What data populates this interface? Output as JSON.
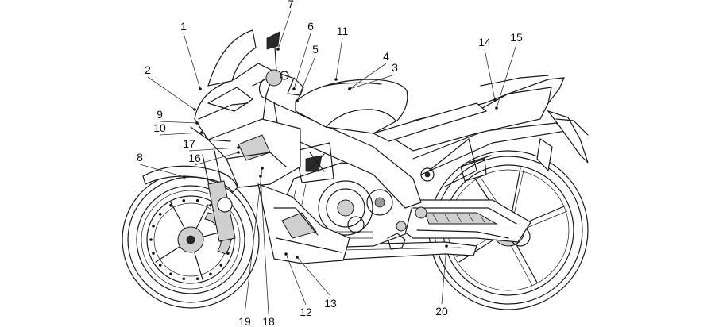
{
  "callouts": [
    {
      "id": "c1",
      "label": "1"
    },
    {
      "id": "c2",
      "label": "2"
    },
    {
      "id": "c3",
      "label": "3"
    },
    {
      "id": "c4",
      "label": "4"
    },
    {
      "id": "c5",
      "label": "5"
    },
    {
      "id": "c6",
      "label": "6"
    },
    {
      "id": "c7",
      "label": "7"
    },
    {
      "id": "c8",
      "label": "8"
    },
    {
      "id": "c9",
      "label": "9"
    },
    {
      "id": "c10",
      "label": "10"
    },
    {
      "id": "c11",
      "label": "11"
    },
    {
      "id": "c12",
      "label": "12"
    },
    {
      "id": "c13",
      "label": "13"
    },
    {
      "id": "c14",
      "label": "14"
    },
    {
      "id": "c15",
      "label": "15"
    },
    {
      "id": "c16",
      "label": "16"
    },
    {
      "id": "c17",
      "label": "17"
    },
    {
      "id": "c18",
      "label": "18"
    },
    {
      "id": "c19",
      "label": "19"
    },
    {
      "id": "c20",
      "label": "20"
    }
  ],
  "colors": {
    "line": "#1a1a1a",
    "fill_light": "#cfcfcf",
    "fill_dark": "#2a2a2a",
    "background": "#ffffff"
  }
}
